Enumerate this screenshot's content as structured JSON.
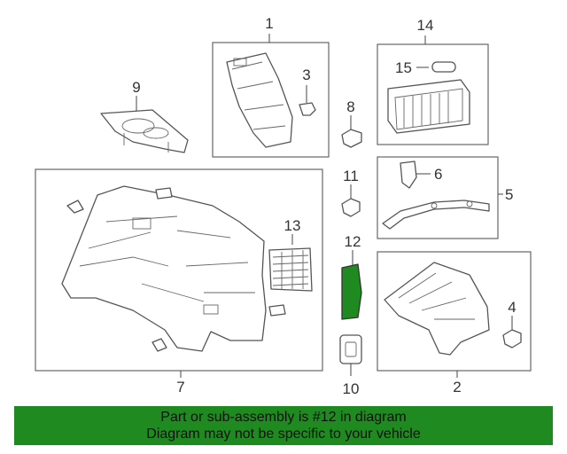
{
  "diagram": {
    "callouts": {
      "c1": "1",
      "c2": "2",
      "c3": "3",
      "c4": "4",
      "c5": "5",
      "c6": "6",
      "c7": "7",
      "c8": "8",
      "c9": "9",
      "c10": "10",
      "c11": "11",
      "c12": "12",
      "c13": "13",
      "c14": "14",
      "c15": "15"
    },
    "highlight_color": "#1f8a1f",
    "highlighted_part": "12"
  },
  "banner": {
    "line1": "Part or sub-assembly is #12 in diagram",
    "line2": "Diagram may not be specific to your vehicle",
    "color": "#1f8a1f"
  }
}
